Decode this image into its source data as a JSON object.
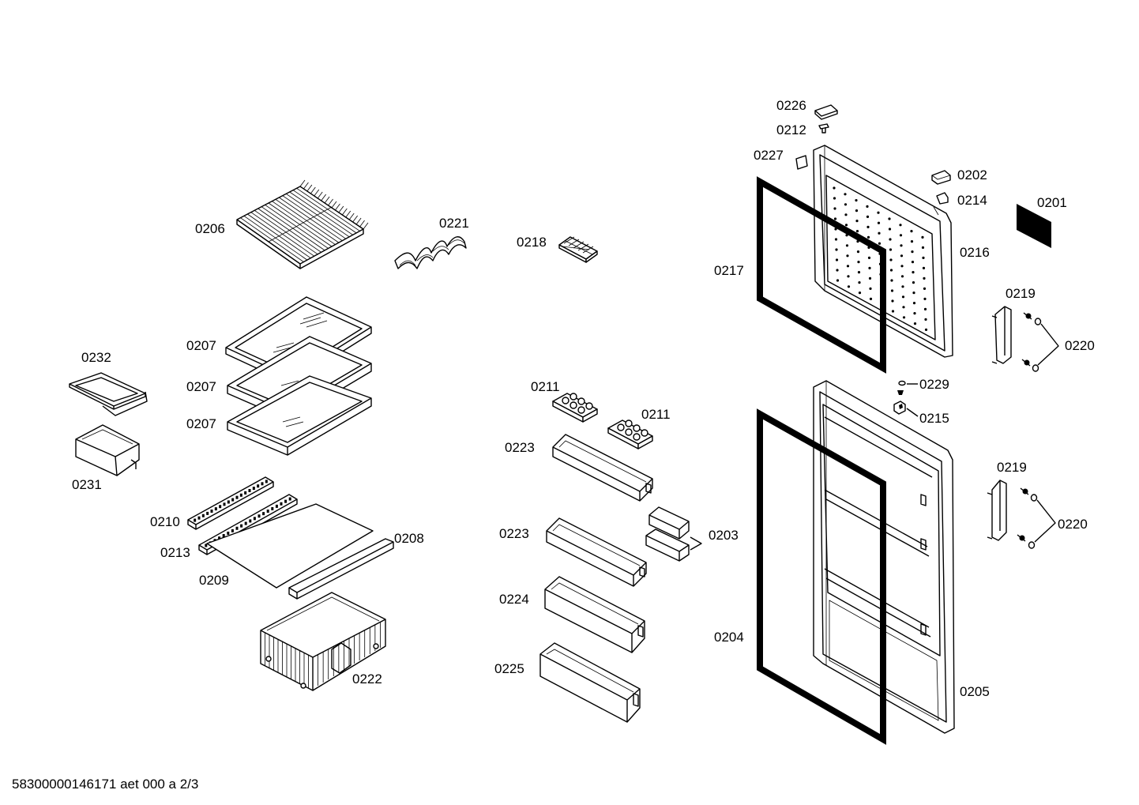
{
  "parts": {
    "p0226": "0226",
    "p0212": "0212",
    "p0227": "0227",
    "p0202": "0202",
    "p0214": "0214",
    "p0201": "0201",
    "p0216": "0216",
    "p0217": "0217",
    "p0219a": "0219",
    "p0220a": "0220",
    "p0229": "0229",
    "p0215": "0215",
    "p0219b": "0219",
    "p0220b": "0220",
    "p0204": "0204",
    "p0205": "0205",
    "p0206": "0206",
    "p0221": "0221",
    "p0218": "0218",
    "p0207a": "0207",
    "p0207b": "0207",
    "p0207c": "0207",
    "p0232": "0232",
    "p0231": "0231",
    "p0211a": "0211",
    "p0211b": "0211",
    "p0223a": "0223",
    "p0223b": "0223",
    "p0203": "0203",
    "p0224": "0224",
    "p0225": "0225",
    "p0210": "0210",
    "p0213": "0213",
    "p0209": "0209",
    "p0208": "0208",
    "p0222": "0222"
  },
  "footer": "58300000146171 aet 000 a 2/3"
}
